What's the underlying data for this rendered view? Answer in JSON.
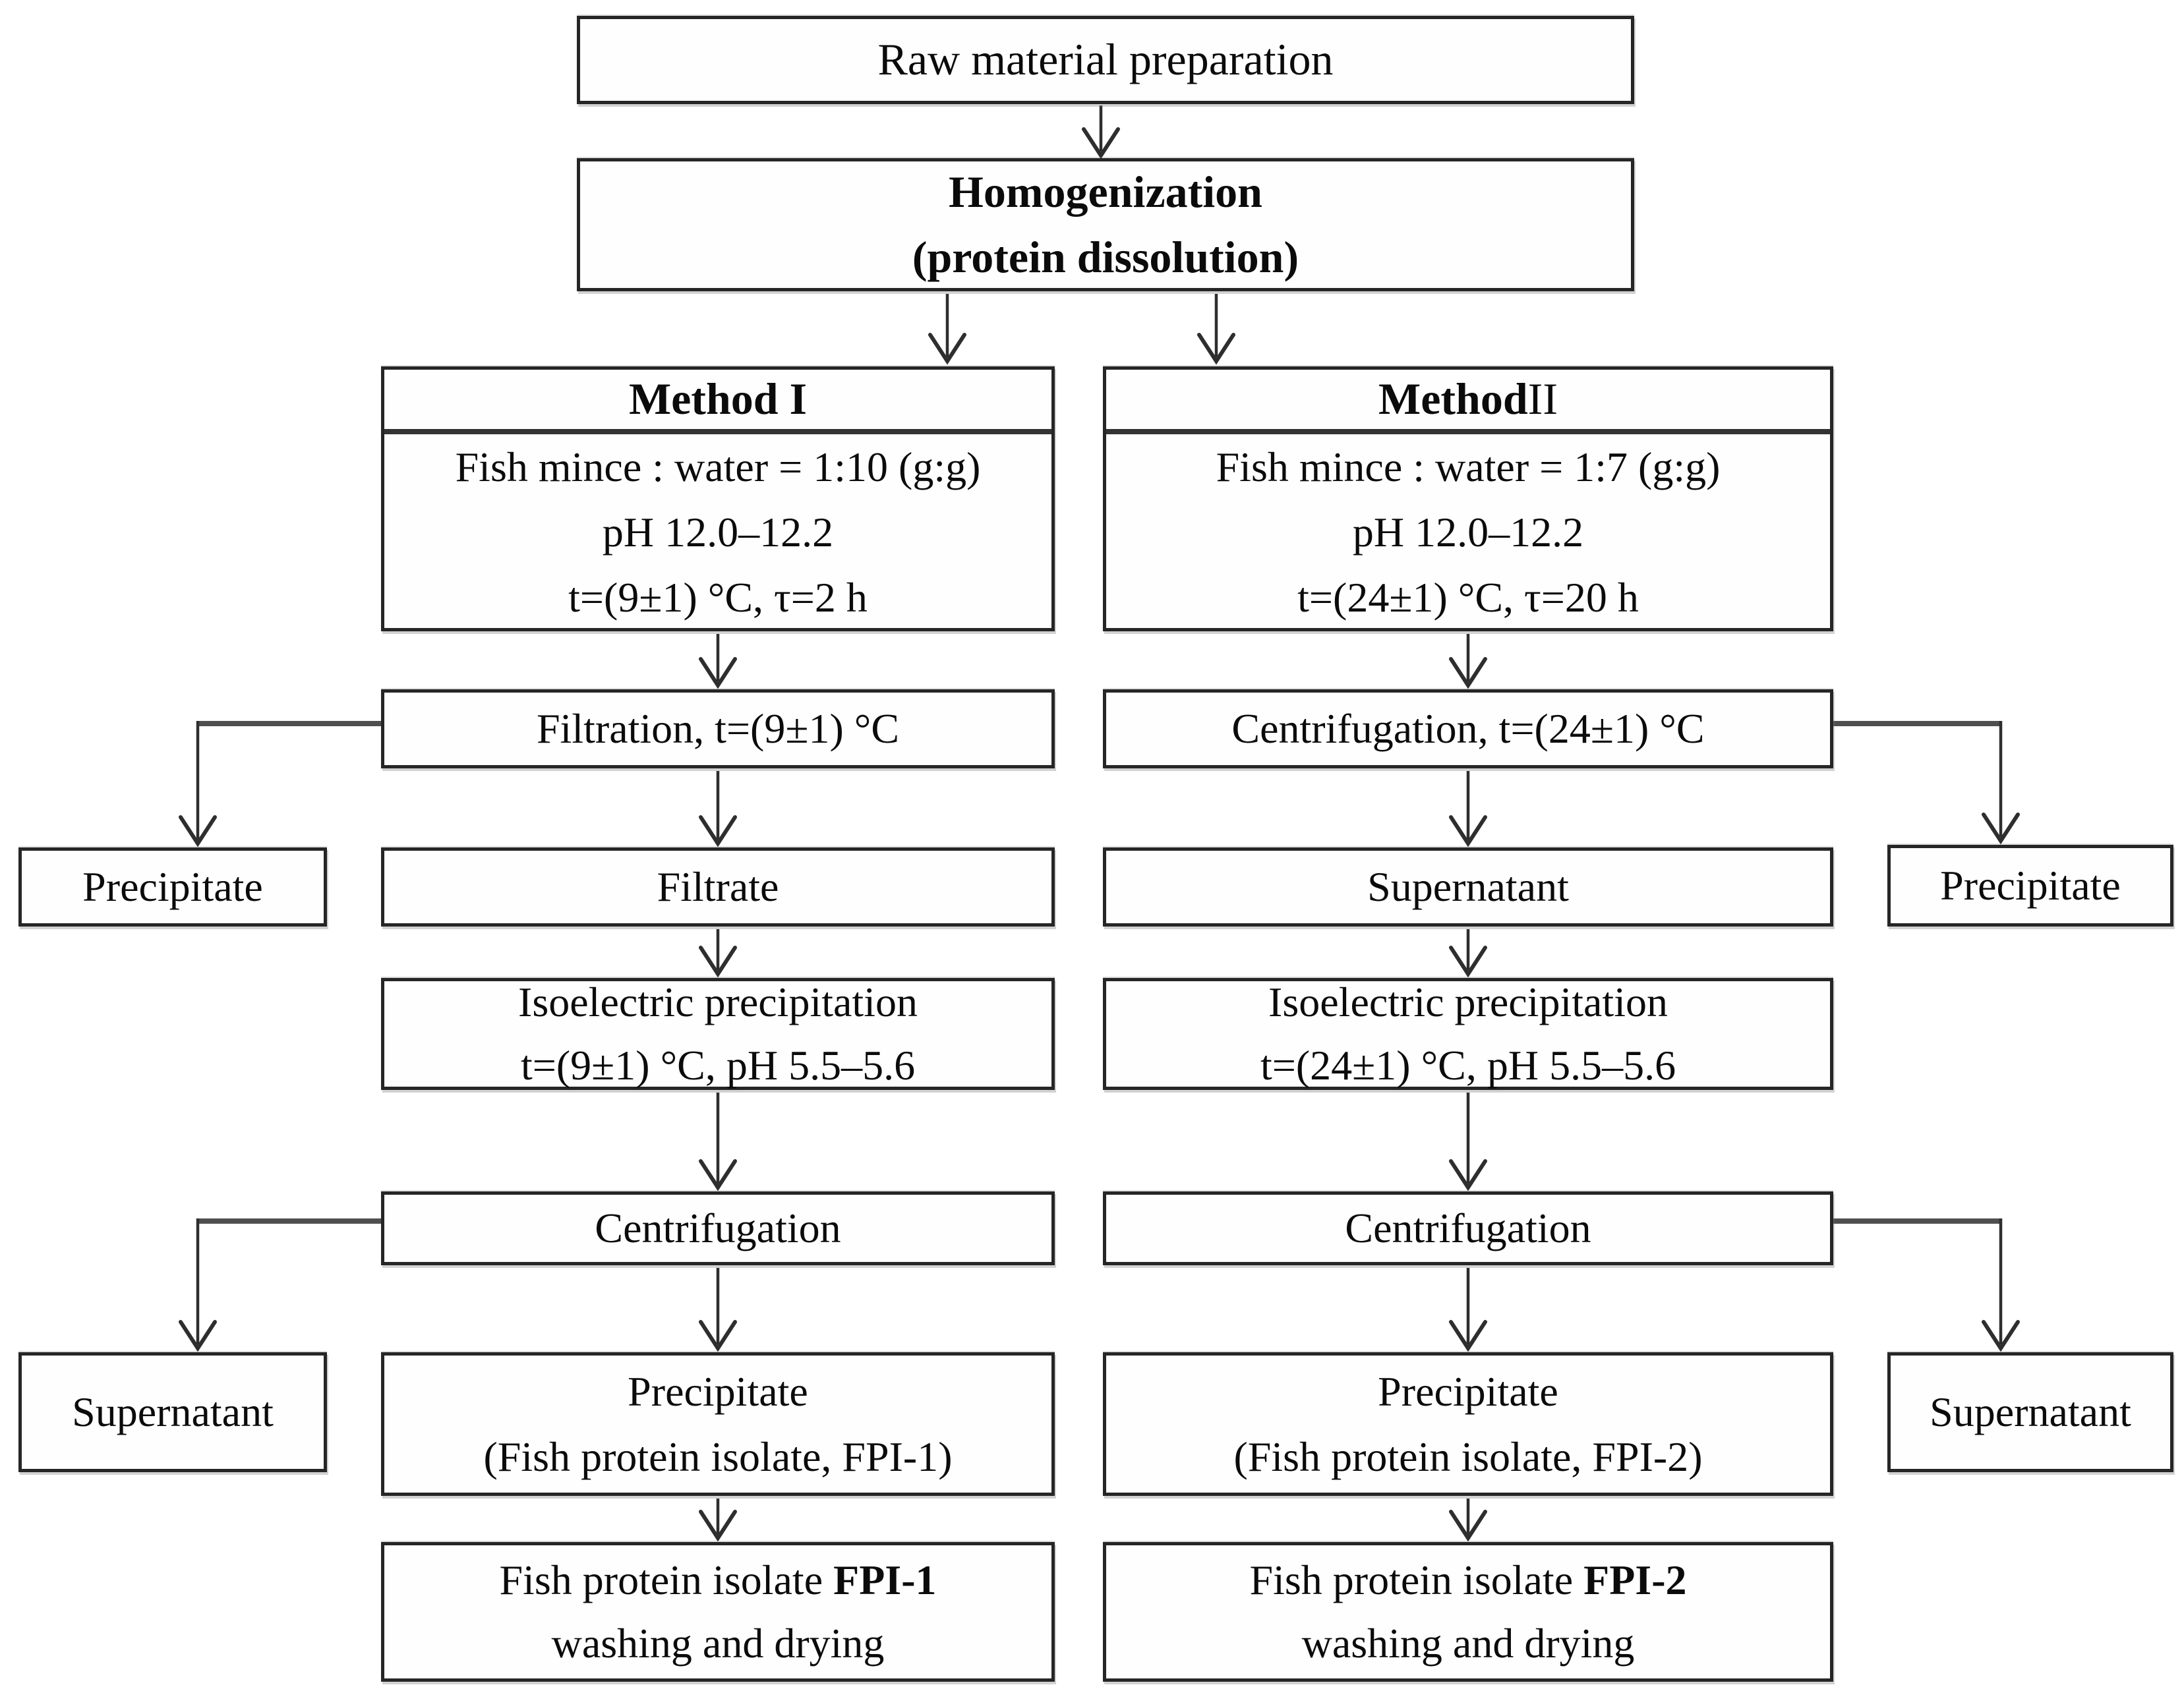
{
  "flowchart": {
    "raw_material": {
      "label": "Raw material preparation"
    },
    "homogenization": {
      "line1": "Homogenization",
      "line2": "(protein dissolution)"
    },
    "method1": {
      "title_bold": "Method I",
      "title_suffix": "",
      "mix_ratio": "Fish mince : water = 1:10 (g:g)",
      "ph": "pH 12.0–12.2",
      "temperature_time": "t=(9±1) °C, τ=2 h",
      "separation": {
        "label": "Filtration, t=(9±1) °C"
      },
      "separation_side_product": "Precipitate",
      "separation_main_product": "Filtrate",
      "isoelectric": {
        "line1": "Isoelectric precipitation",
        "line2": "t=(9±1) °C, pH 5.5–5.6"
      },
      "centrifugation": {
        "label": "Centrifugation"
      },
      "centrifugation_side_product": "Supernatant",
      "precipitate": {
        "line1": "Precipitate",
        "line2": "(Fish protein isolate, FPI-1)"
      },
      "final": {
        "prefix": "Fish protein isolate ",
        "code": "FPI-1",
        "line2": "washing and drying"
      }
    },
    "method2": {
      "title_bold": "Method",
      "title_suffix": " II",
      "mix_ratio": "Fish mince : water = 1:7 (g:g)",
      "ph": "pH 12.0–12.2",
      "temperature_time": "t=(24±1) °C, τ=20 h",
      "separation": {
        "label": "Centrifugation, t=(24±1) °C"
      },
      "separation_side_product": "Precipitate",
      "separation_main_product": "Supernatant",
      "isoelectric": {
        "line1": "Isoelectric precipitation",
        "line2": "t=(24±1) °C, pH 5.5–5.6"
      },
      "centrifugation": {
        "label": "Centrifugation"
      },
      "centrifugation_side_product": "Supernatant",
      "precipitate": {
        "line1": "Precipitate",
        "line2": "(Fish protein isolate, FPI-2)"
      },
      "final": {
        "prefix": "Fish protein isolate ",
        "code": "FPI-2",
        "line2": "washing and drying"
      }
    }
  }
}
